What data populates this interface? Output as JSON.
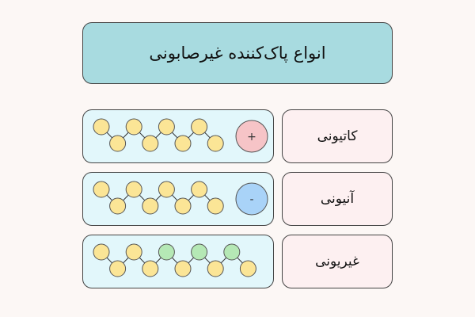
{
  "title": "انواع پاک‌کننده غیرصابونی",
  "colors": {
    "tail": "#fbe596",
    "green": "#b5e8b5",
    "cation": "#f6c4c7",
    "anion": "#a9d3f8",
    "stroke": "#555555"
  },
  "rows": [
    {
      "label": "کاتیونی",
      "charge": "+",
      "charge_icon": "plus-sign",
      "tail_count": 8,
      "green_indices": []
    },
    {
      "label": "آنیونی",
      "charge": "-",
      "charge_icon": "minus-sign",
      "tail_count": 8,
      "green_indices": []
    },
    {
      "label": "غیریونی",
      "charge": null,
      "tail_count": 10,
      "green_indices": [
        4,
        6,
        8
      ]
    }
  ]
}
